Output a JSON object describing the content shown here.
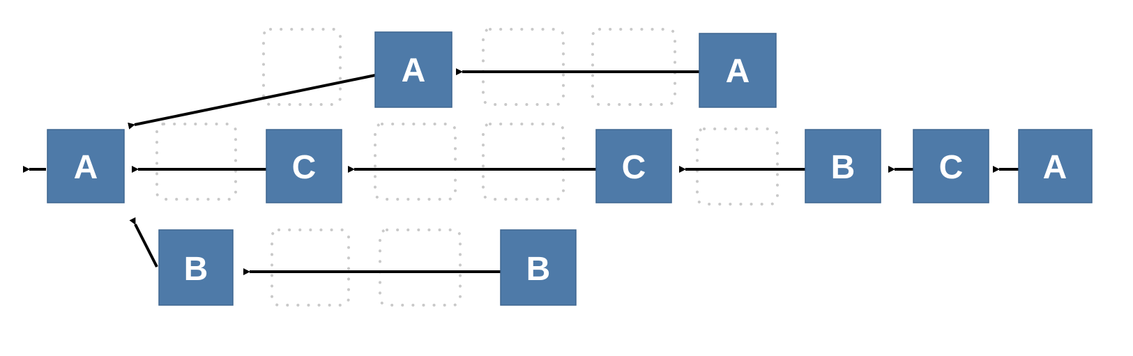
{
  "colors": {
    "node_fill": "#4e7aa8",
    "node_stroke": "#3f6690",
    "label": "#ffffff",
    "edge": "#000000",
    "ghost_dot": "#c9c9c9",
    "background": "#ffffff"
  },
  "nodes": [
    {
      "id": "a_top_left",
      "label": "A"
    },
    {
      "id": "a_top_right",
      "label": "A"
    },
    {
      "id": "a_main",
      "label": "A"
    },
    {
      "id": "c_mid_1",
      "label": "C"
    },
    {
      "id": "c_mid_2",
      "label": "C"
    },
    {
      "id": "b_mid",
      "label": "B"
    },
    {
      "id": "c_mid_3",
      "label": "C"
    },
    {
      "id": "a_mid_end",
      "label": "A"
    },
    {
      "id": "b_low_left",
      "label": "B"
    },
    {
      "id": "b_low_right",
      "label": "B"
    }
  ],
  "edges": [
    {
      "from": "a_top_right",
      "to": "a_top_left"
    },
    {
      "from": "a_top_left",
      "to": "a_main"
    },
    {
      "from": "c_mid_1",
      "to": "a_main"
    },
    {
      "from": "c_mid_2",
      "to": "c_mid_1"
    },
    {
      "from": "b_mid",
      "to": "c_mid_2"
    },
    {
      "from": "c_mid_3",
      "to": "b_mid"
    },
    {
      "from": "a_mid_end",
      "to": "c_mid_3"
    },
    {
      "from": "b_low_left",
      "to": "a_main"
    },
    {
      "from": "b_low_right",
      "to": "b_low_left"
    },
    {
      "from": "a_main",
      "to": "exit"
    }
  ]
}
